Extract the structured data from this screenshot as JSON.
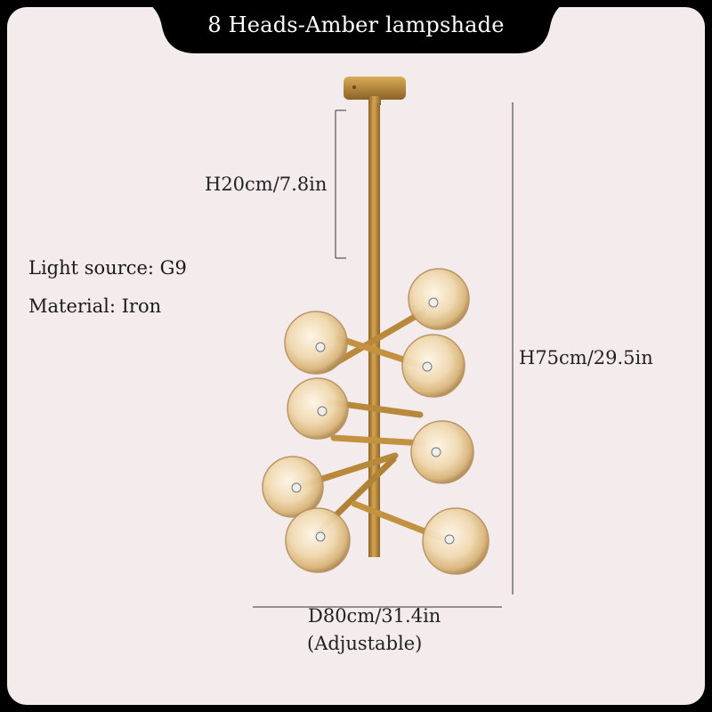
{
  "title": "8 Heads-Amber lampshade",
  "specs": {
    "light_source": "Light source: G9",
    "material": "Material: Iron"
  },
  "dimensions": {
    "height_rod": "H20cm/7.8in",
    "height_total": "H75cm/29.5in",
    "diameter": "D80cm/31.4in",
    "diameter_note": "(Adjustable)"
  },
  "colors": {
    "background": "#f4ecec",
    "frame": "#000000",
    "brass": "#b8893a",
    "globe_amber": "#e8c48c"
  }
}
